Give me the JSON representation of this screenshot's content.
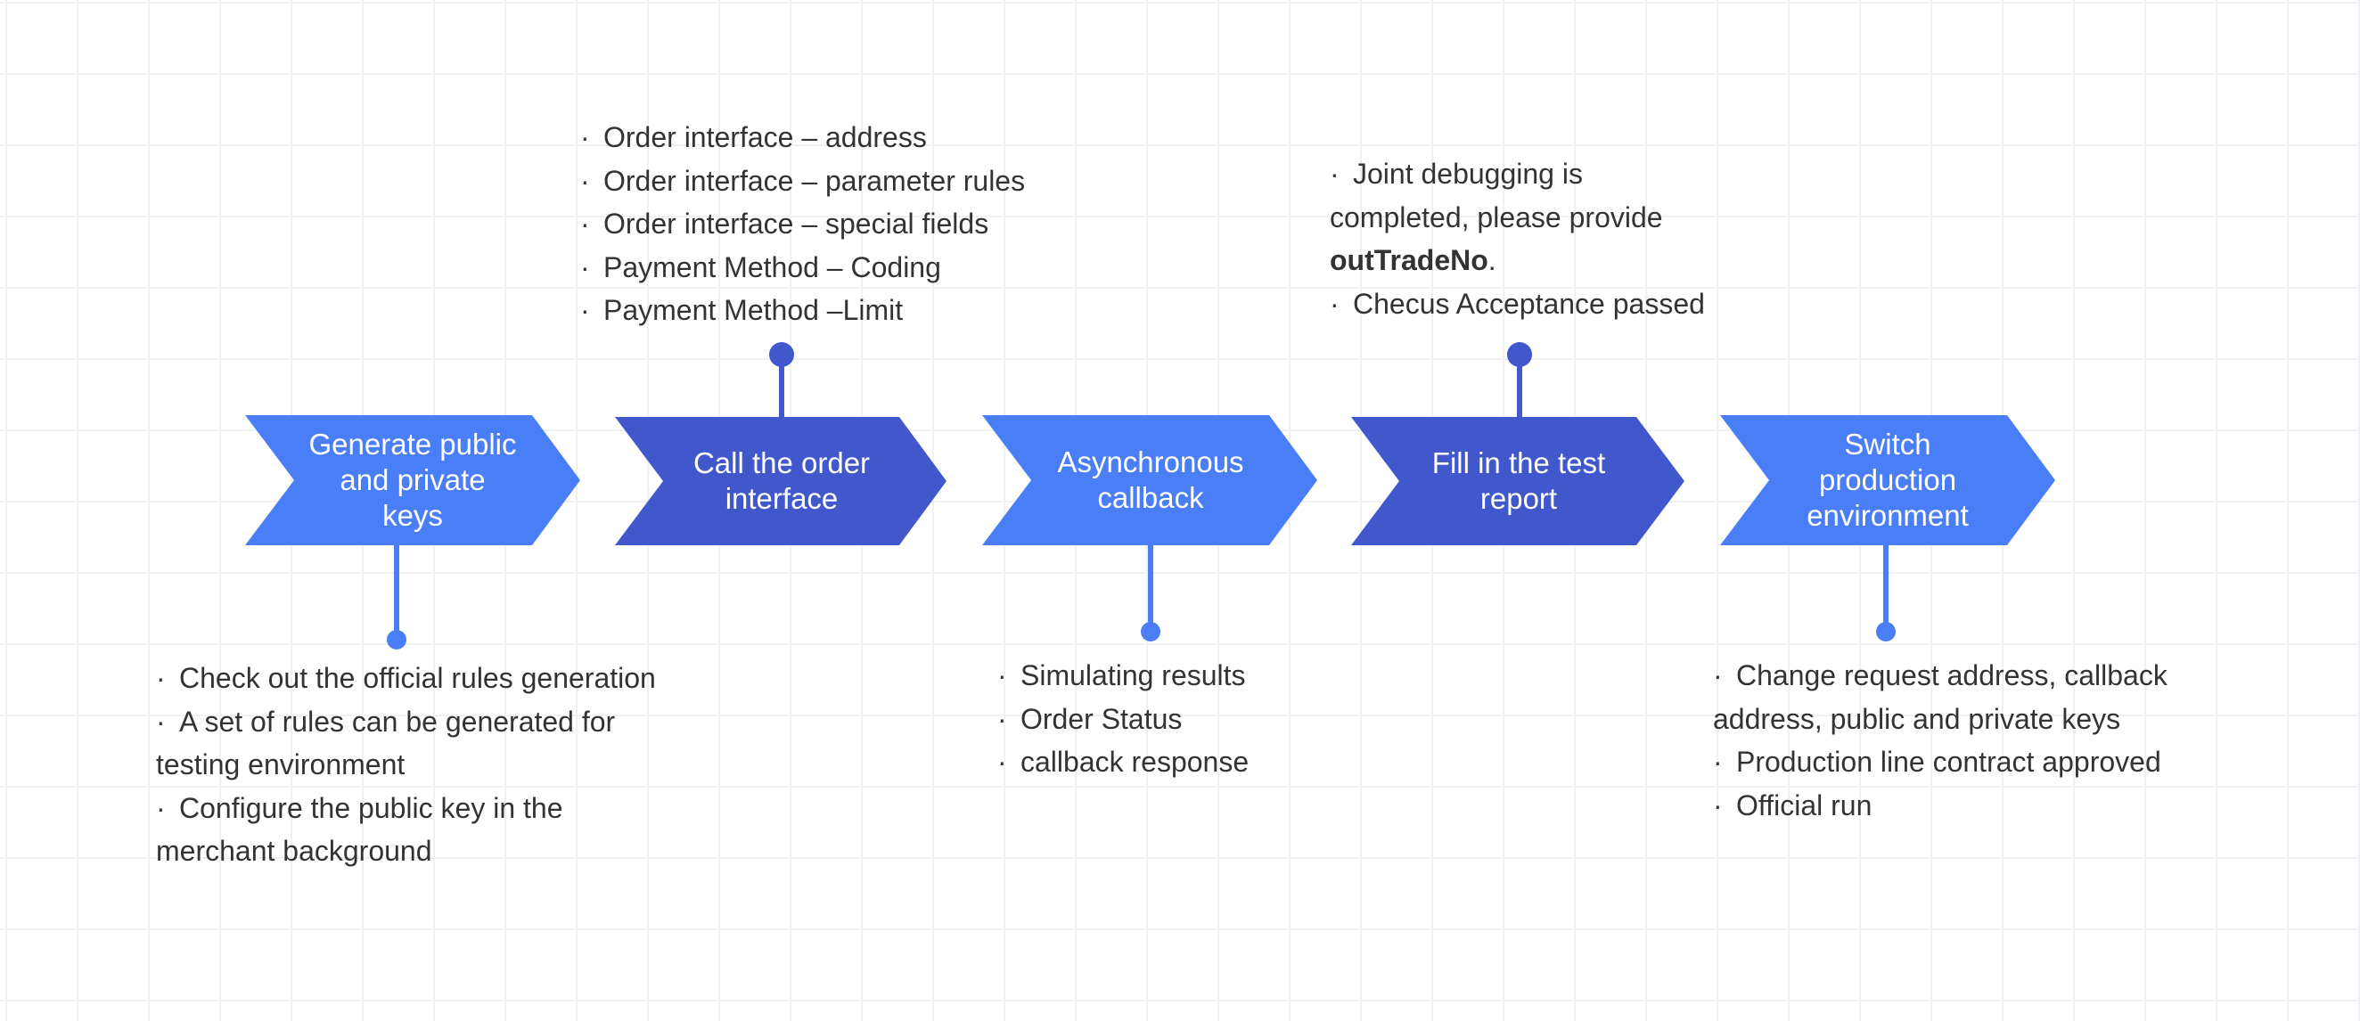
{
  "colors": {
    "light_blue": "#4a7ef7",
    "dark_blue": "#4058cc",
    "text": "#333333"
  },
  "steps": [
    {
      "label": "Generate public\nand private\nkeys",
      "color": "light_blue"
    },
    {
      "label": "Call the order\ninterface",
      "color": "dark_blue"
    },
    {
      "label": "Asynchronous\ncallback",
      "color": "light_blue"
    },
    {
      "label": "Fill in the test\nreport",
      "color": "dark_blue"
    },
    {
      "label": "Switch\nproduction\nenvironment",
      "color": "light_blue"
    }
  ],
  "notes": {
    "keys": [
      "Check out the official rules generation",
      "A set of rules can be generated for",
      "testing environment",
      "Configure the public key in the",
      "merchant background"
    ],
    "order": [
      "Order interface – address",
      "Order interface – parameter rules",
      "Order interface – special fields",
      "Payment Method – Coding",
      "Payment Method –Limit"
    ],
    "callback": [
      "Simulating results",
      "Order Status",
      "callback response"
    ],
    "report": {
      "line1": "Joint debugging is",
      "line2": "completed, please provide",
      "line3_bold": "outTradeNo",
      "line3_suffix": ".",
      "line4": "Checus Acceptance passed"
    },
    "production": [
      "Change request address, callback",
      "address, public and private keys",
      "Production line contract approved",
      "Official run"
    ]
  }
}
